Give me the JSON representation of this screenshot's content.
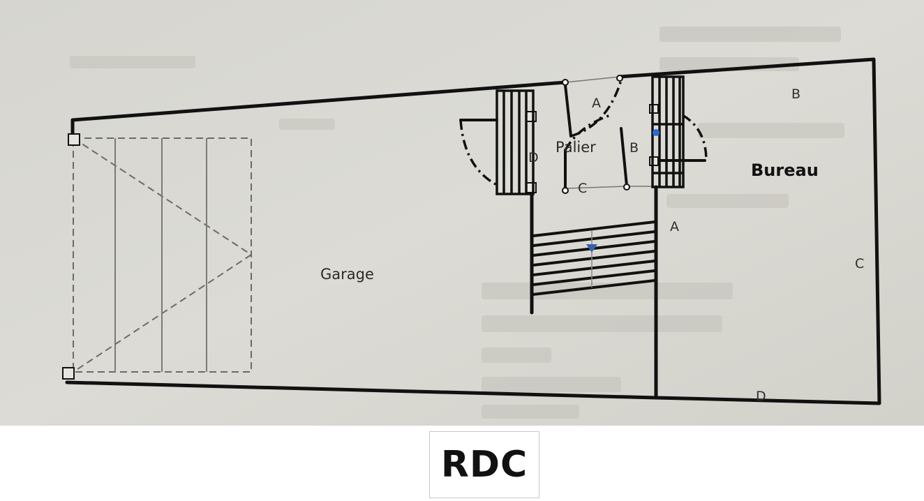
{
  "plan": {
    "rooms": {
      "garage": "Garage",
      "palier": "Palier",
      "bureau": "Bureau"
    },
    "side_letters": {
      "palier_top": "A",
      "palier_right": "B",
      "palier_bottom": "C",
      "palier_left": "D",
      "bureau_top": "B",
      "bureau_left": "A",
      "bureau_right": "C",
      "bureau_bottom": "D"
    }
  },
  "caption": {
    "level": "RDC"
  },
  "colors": {
    "paper": "#d9d8d2",
    "wall": "#111111",
    "caption_border": "#c8c8c8"
  }
}
